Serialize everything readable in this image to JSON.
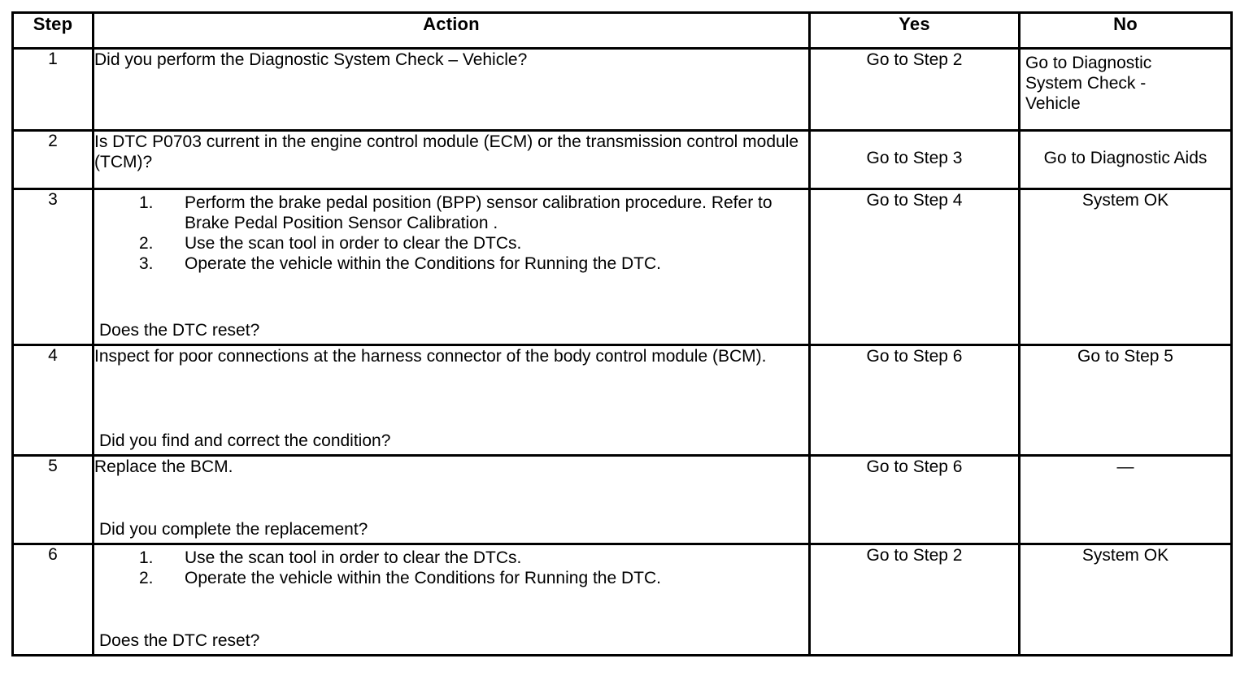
{
  "table": {
    "columns": [
      {
        "key": "step",
        "label": "Step"
      },
      {
        "key": "action",
        "label": "Action"
      },
      {
        "key": "yes",
        "label": "Yes"
      },
      {
        "key": "no",
        "label": "No"
      }
    ],
    "rows": [
      {
        "step": "1",
        "action": {
          "question": "Did you perform the Diagnostic System Check – Vehicle?"
        },
        "yes": "Go to Step 2",
        "no": {
          "lines": [
            "Go to Diagnostic",
            "System Check -",
            "Vehicle"
          ]
        }
      },
      {
        "step": "2",
        "action": {
          "question": "Is DTC P0703 current in the engine control module (ECM) or the transmission control module (TCM)?"
        },
        "yes": "Go to Step 3",
        "no": "Go to Diagnostic Aids"
      },
      {
        "step": "3",
        "action": {
          "list": [
            {
              "num": "1.",
              "text": "Perform the brake pedal position (BPP) sensor calibration procedure. Refer to Brake Pedal Position Sensor Calibration ."
            },
            {
              "num": "2.",
              "text": "Use the scan tool in order to clear the DTCs."
            },
            {
              "num": "3.",
              "text": "Operate the vehicle within the Conditions for Running the DTC."
            }
          ],
          "question": "Does the DTC reset?"
        },
        "yes": "Go to Step 4",
        "no": "System OK"
      },
      {
        "step": "4",
        "action": {
          "lead": "Inspect for poor connections at the harness connector of the body control module (BCM).",
          "question": "Did you find and correct the condition?"
        },
        "yes": "Go to Step 6",
        "no": "Go to Step 5"
      },
      {
        "step": "5",
        "action": {
          "lead": "Replace the BCM.",
          "question": "Did you complete the replacement?"
        },
        "yes": "Go to Step 6",
        "no": "—"
      },
      {
        "step": "6",
        "action": {
          "list": [
            {
              "num": "1.",
              "text": "Use the scan tool in order to clear the DTCs."
            },
            {
              "num": "2.",
              "text": "Operate the vehicle within the Conditions for Running the DTC."
            }
          ],
          "question": "Does the DTC reset?"
        },
        "yes": "Go to Step 2",
        "no": "System OK"
      }
    ]
  }
}
